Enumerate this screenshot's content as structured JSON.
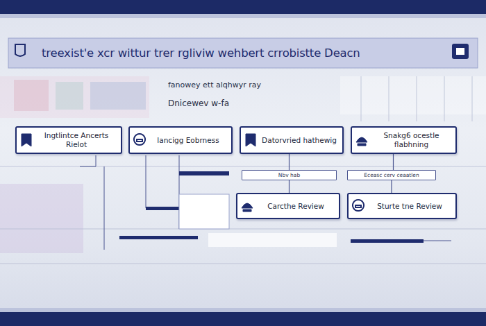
{
  "diagram": {
    "title": "treexist'e xcr wittur trer rgliviw wehbert crrobistte Deacn",
    "nodes": [
      {
        "text": [
          "Ingtlintce Ancerts Rielot"
        ]
      },
      {
        "text": [
          "lancigg Eobrness"
        ]
      },
      {
        "text": [
          "Datorvried hathewig"
        ]
      },
      {
        "text": [
          "Snakg6 ocestle flabhning"
        ]
      },
      {
        "text": [
          "Nbv hab"
        ]
      },
      {
        "text": [
          "Eceasc cerv ceaatlen"
        ]
      },
      {
        "text": [
          "Carcthe Review"
        ]
      },
      {
        "text": [
          "Sturte tne Review"
        ]
      }
    ],
    "edges": [
      {
        "from": 2,
        "to": 4,
        "arrow": "none"
      },
      {
        "from": 4,
        "to": 6,
        "arrow": "none"
      },
      {
        "from": 3,
        "to": 5,
        "arrow": "none"
      },
      {
        "from": 5,
        "to": 7,
        "arrow": "none"
      }
    ],
    "labels": [
      "fanowey ett alqhwyr ray",
      "Dnicewev w-fa"
    ]
  }
}
